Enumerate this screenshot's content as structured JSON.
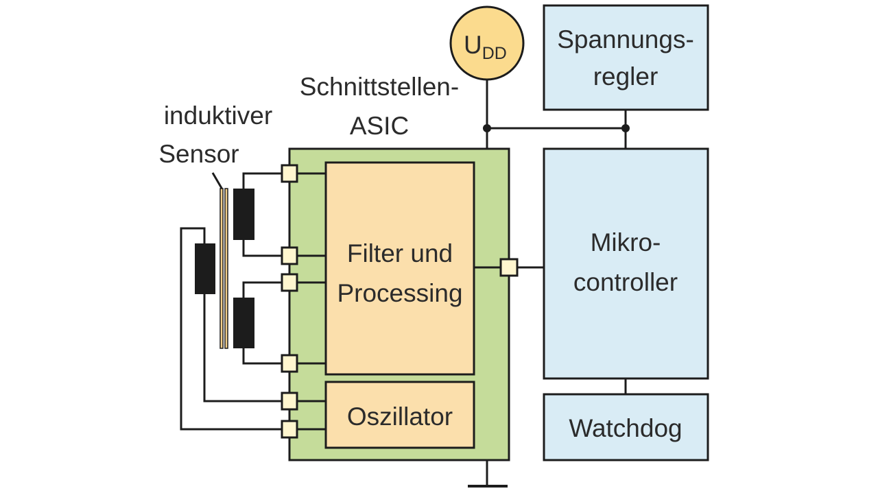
{
  "labels": {
    "udd_main": "U",
    "udd_sub": "DD",
    "asic_line1": "Schnittstellen-",
    "asic_line2": "ASIC",
    "sensor_line1": "induktiver",
    "sensor_line2": "Sensor",
    "filter_line1": "Filter und",
    "filter_line2": "Processing",
    "oszillator": "Oszillator",
    "spannung_line1": "Spannungs-",
    "spannung_line2": "regler",
    "mikro_line1": "Mikro-",
    "mikro_line2": "controller",
    "watchdog": "Watchdog"
  },
  "colors": {
    "asic_fill": "#c5dc9a",
    "block_fill": "#fbdfac",
    "pad_fill": "#fff6cf",
    "mcu_fill": "#d9ecf5",
    "supply_fill": "#fbdb8e",
    "coil_fill": "#1c1c1c",
    "line": "#1c1c1c"
  }
}
